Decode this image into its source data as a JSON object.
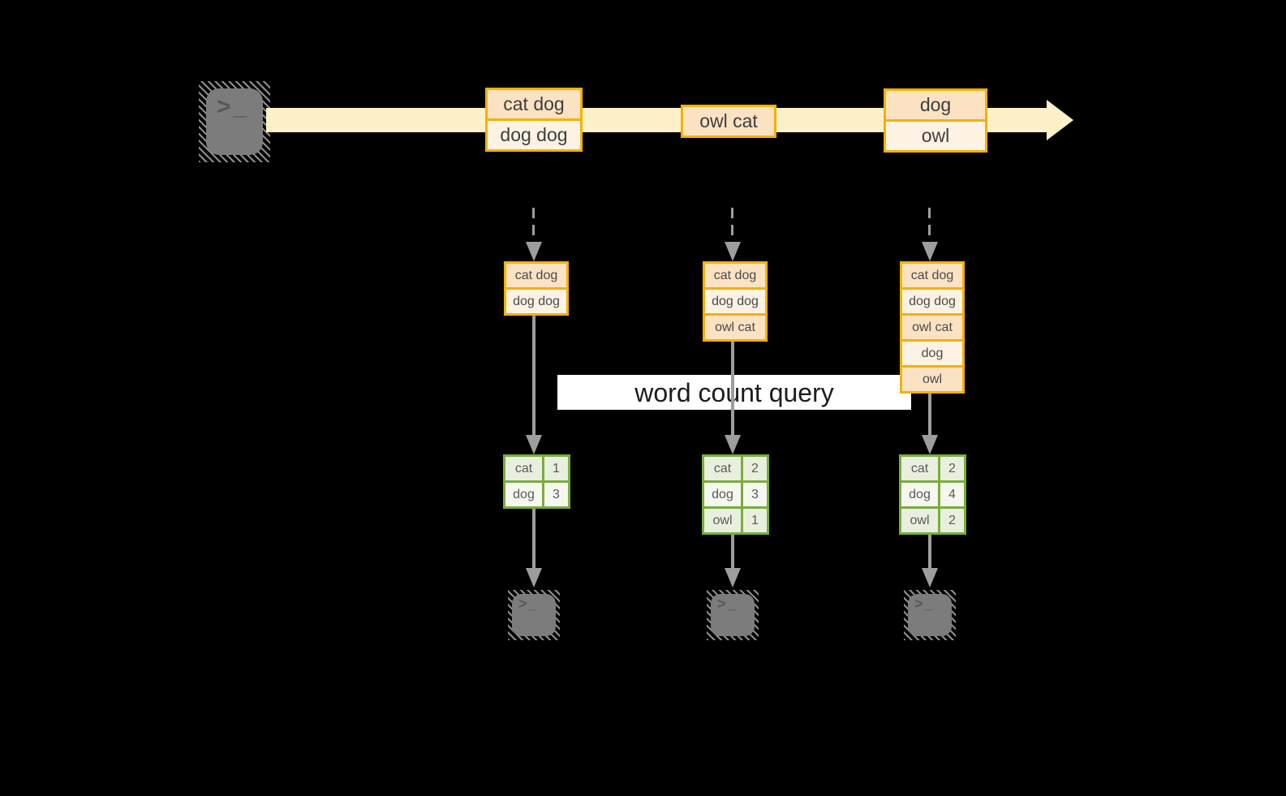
{
  "query_label": "word count query",
  "terminal_glyph": ">_",
  "colors": {
    "background": "#000000",
    "stream_fill": "#FBF0C8",
    "event_border": "#F2B200",
    "event_fill_dark": "#FBE2C3",
    "event_fill_light": "#FDF2E3",
    "table_border": "#7AAD3E",
    "table_fill_dark": "#E9EFDE",
    "table_fill_light": "#F4F8EE",
    "arrow_gray": "#9D9D9D",
    "label_bg": "#FFFFFF",
    "terminal_gray": "#7C7C7C"
  },
  "stream_events": [
    {
      "lines": [
        "cat dog",
        "dog dog"
      ]
    },
    {
      "lines": [
        "owl cat"
      ]
    },
    {
      "lines": [
        "dog",
        "owl"
      ]
    }
  ],
  "columns": [
    {
      "state": [
        "cat dog",
        "dog dog"
      ],
      "counts": [
        {
          "word": "cat",
          "count": "1"
        },
        {
          "word": "dog",
          "count": "3"
        }
      ]
    },
    {
      "state": [
        "cat dog",
        "dog dog",
        "owl cat"
      ],
      "counts": [
        {
          "word": "cat",
          "count": "2"
        },
        {
          "word": "dog",
          "count": "3"
        },
        {
          "word": "owl",
          "count": "1"
        }
      ]
    },
    {
      "state": [
        "cat dog",
        "dog dog",
        "owl cat",
        "dog",
        "owl"
      ],
      "counts": [
        {
          "word": "cat",
          "count": "2"
        },
        {
          "word": "dog",
          "count": "4"
        },
        {
          "word": "owl",
          "count": "2"
        }
      ]
    }
  ]
}
